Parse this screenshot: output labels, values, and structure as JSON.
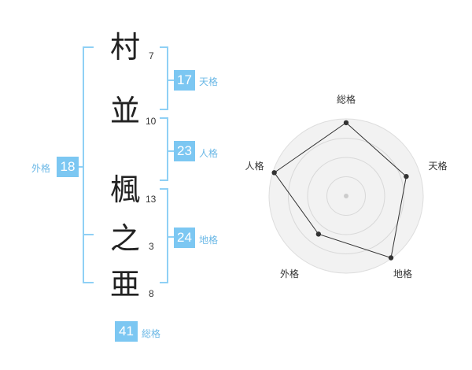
{
  "name_chars": [
    {
      "char": "村",
      "strokes": "7"
    },
    {
      "char": "並",
      "strokes": "10"
    },
    {
      "char": "楓",
      "strokes": "13"
    },
    {
      "char": "之",
      "strokes": "3"
    },
    {
      "char": "亜",
      "strokes": "8"
    }
  ],
  "fortunes": {
    "tenkaku": {
      "value": "17",
      "label": "天格"
    },
    "jinkaku": {
      "value": "23",
      "label": "人格"
    },
    "chikaku": {
      "value": "24",
      "label": "地格"
    },
    "gaikaku": {
      "value": "18",
      "label": "外格"
    },
    "soukaku": {
      "value": "41",
      "label": "総格"
    }
  },
  "colors": {
    "accent": "#7cc7f2",
    "accent_text": "#6bb8e6",
    "bracket": "#8fd0f5"
  },
  "chart_data": {
    "type": "radar",
    "axes": [
      "総格",
      "天格",
      "地格",
      "外格",
      "人格"
    ],
    "values": [
      0.95,
      0.82,
      0.99,
      0.61,
      0.98
    ],
    "rings": 4
  }
}
